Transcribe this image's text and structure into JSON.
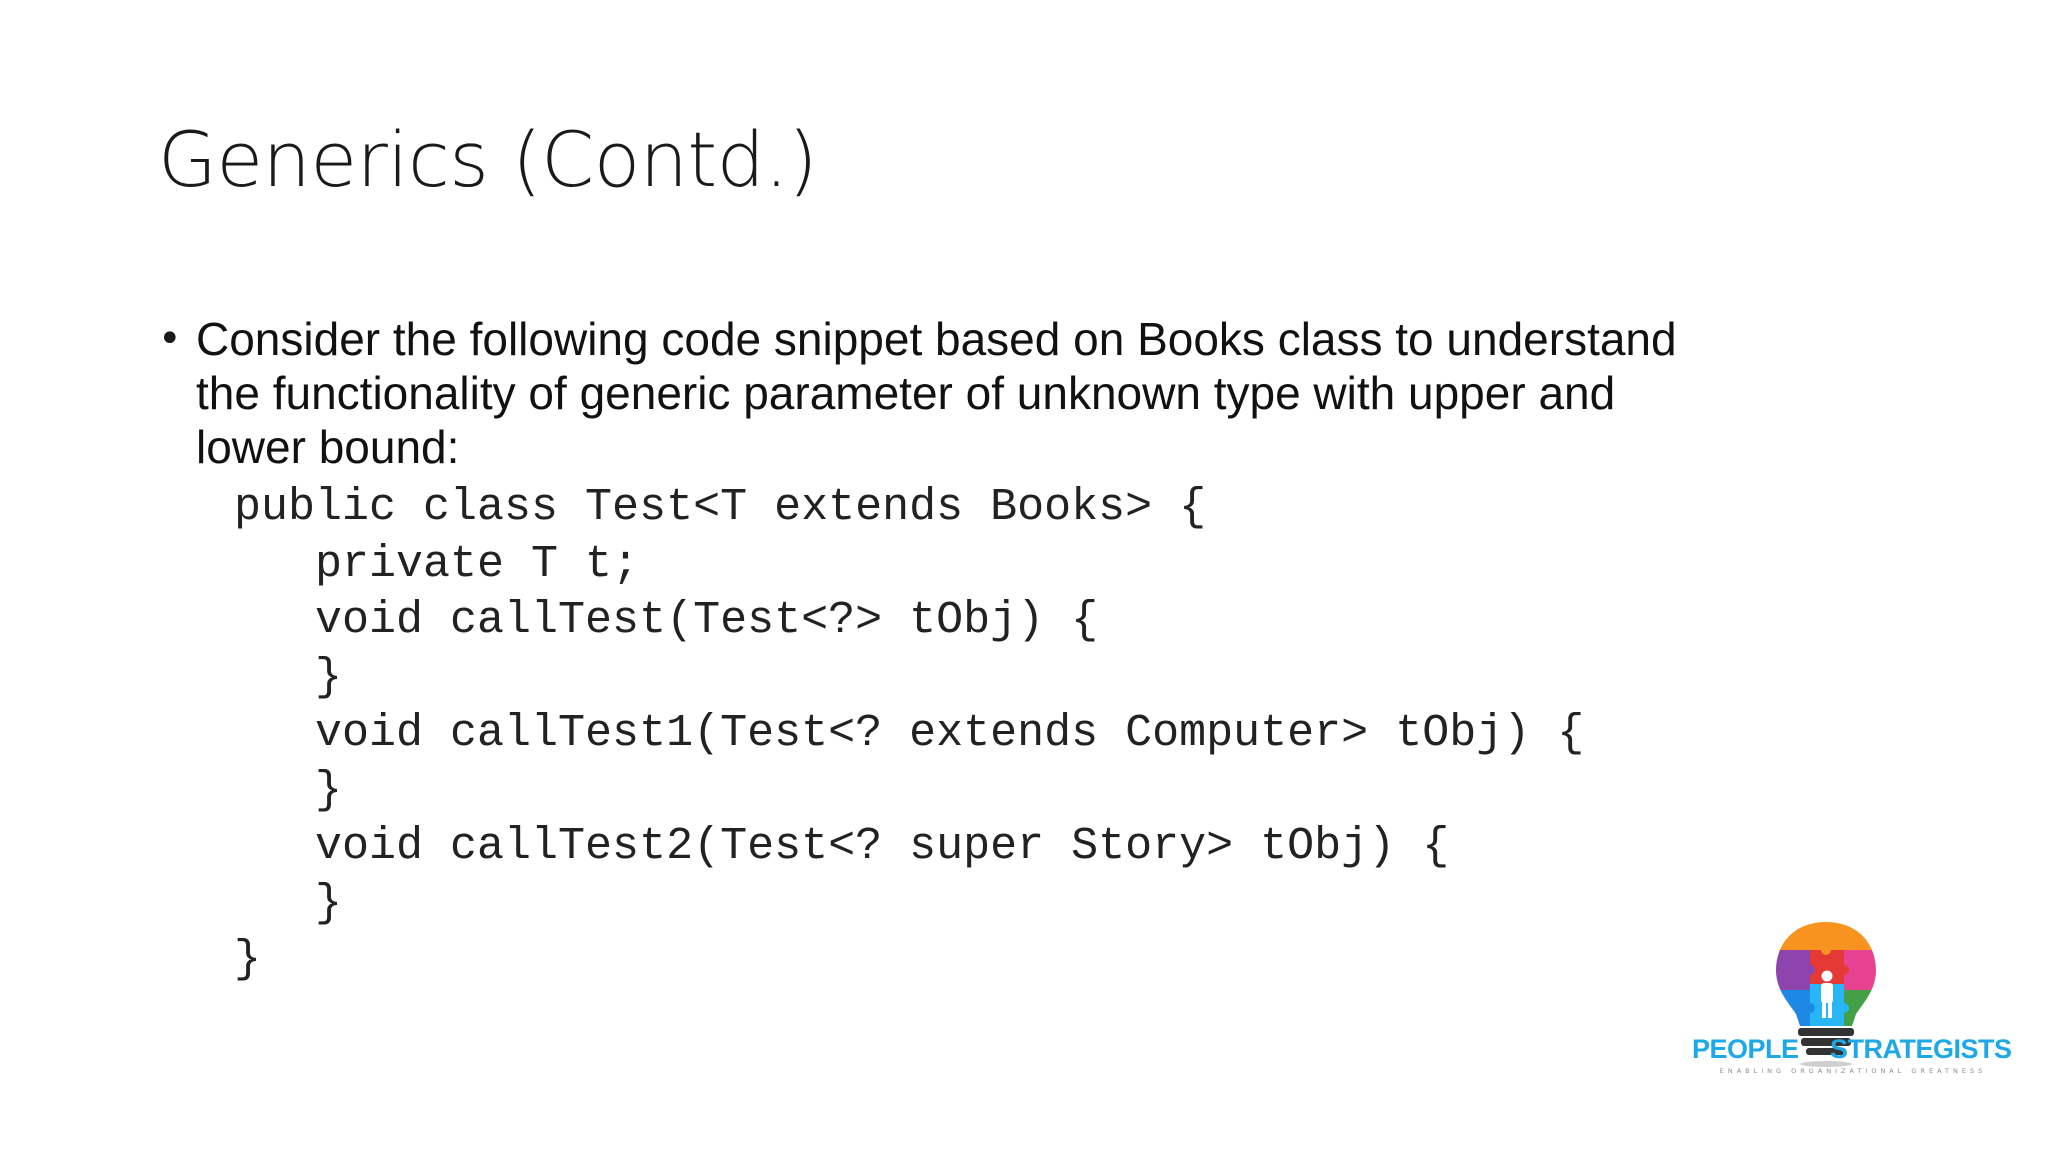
{
  "slide": {
    "title": "Generics (Contd.)",
    "bullet": {
      "lines": [
        "Consider the following code snippet based on Books class to understand",
        "the functionality of generic parameter of unknown type with upper and",
        "lower bound:"
      ]
    },
    "code": [
      "public class Test<T extends Books> {",
      "   private T t;",
      "   void callTest(Test<?> tObj) {",
      "   }",
      "   void callTest1(Test<? extends Computer> tObj) {",
      "   }",
      "   void callTest2(Test<? super Story> tObj) {",
      "   }",
      "}"
    ],
    "logo": {
      "word_left": "PEOPLE",
      "word_right": "STRATEGISTS",
      "tagline": "ENABLING ORGANIZATIONAL GREATNESS",
      "colors": {
        "text": "#1fa8e6",
        "orange": "#f7931e",
        "purple": "#8e44ad",
        "red": "#e53935",
        "pink": "#e84393",
        "blue": "#1e88e5",
        "cyan": "#29b6f6",
        "green": "#43a047",
        "base": "#333333"
      }
    }
  }
}
